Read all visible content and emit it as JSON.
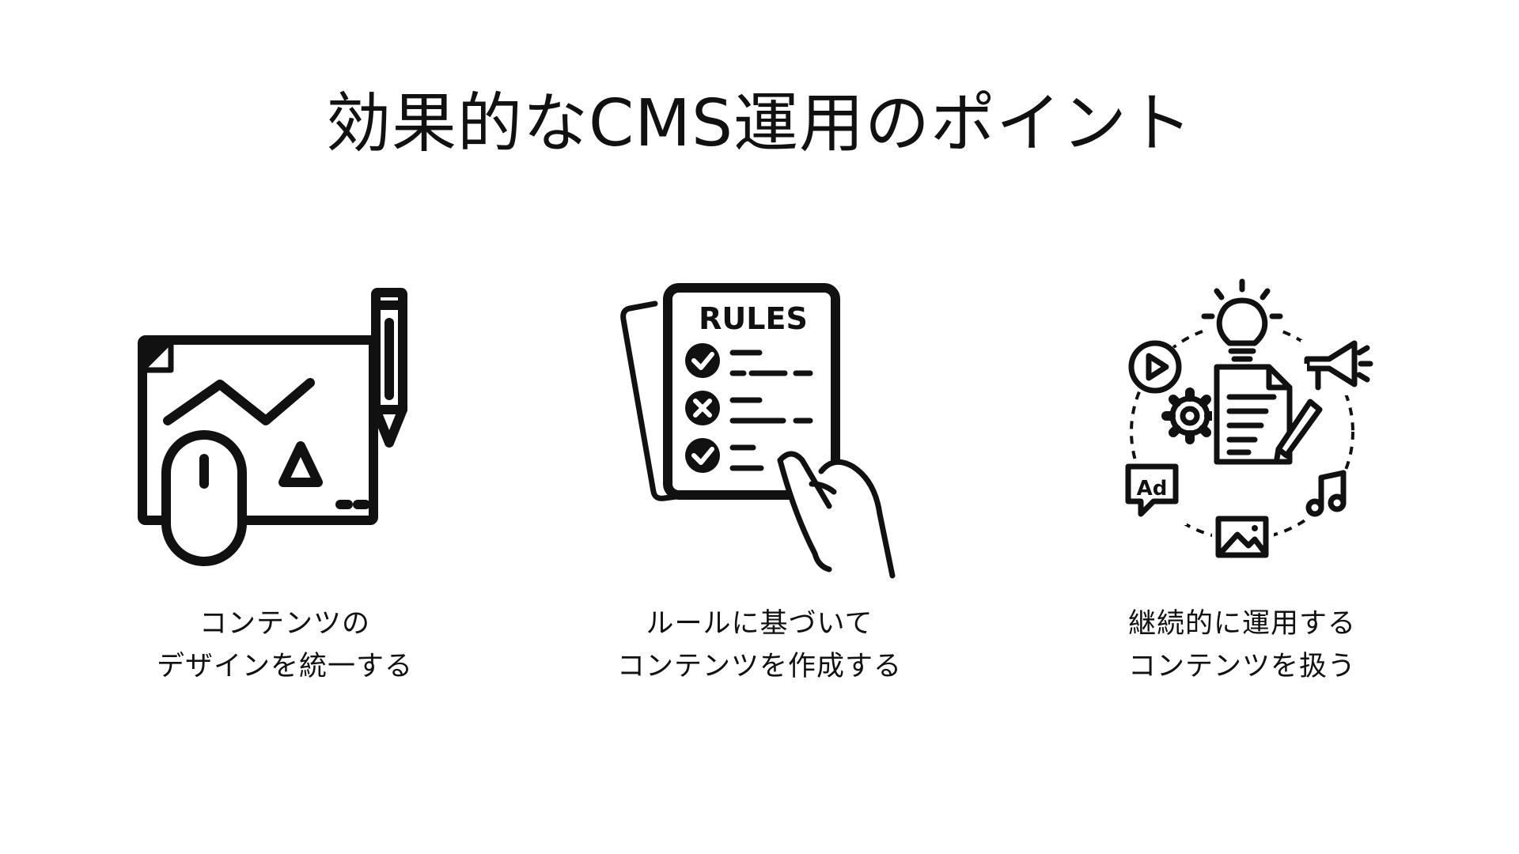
{
  "title": "効果的なCMS運用のポイント",
  "points": [
    {
      "icon": "design-board-icon",
      "caption": [
        "コンテンツの",
        "デザインを統一する"
      ]
    },
    {
      "icon": "rules-document-icon",
      "icon_text": "RULES",
      "caption": [
        "ルールに基づいて",
        "コンテンツを作成する"
      ]
    },
    {
      "icon": "content-management-icon",
      "icon_text": "Ad",
      "caption": [
        "継続的に運用する",
        "コンテンツを扱う"
      ]
    }
  ],
  "colors": {
    "background": "#ffffff",
    "foreground": "#111111"
  }
}
